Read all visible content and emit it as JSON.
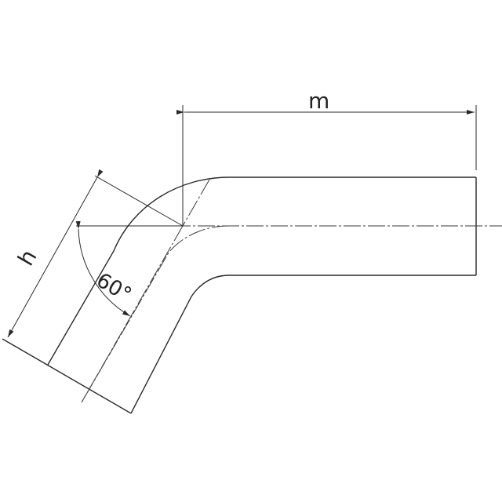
{
  "drawing": {
    "type": "pipe bend technical drawing",
    "labels": {
      "length_dimension": "m",
      "height_dimension": "h",
      "bend_angle": "60°"
    },
    "bend_angle_degrees": 60,
    "colors": {
      "background": "#ffffff",
      "line": "#2a2a2a"
    }
  }
}
